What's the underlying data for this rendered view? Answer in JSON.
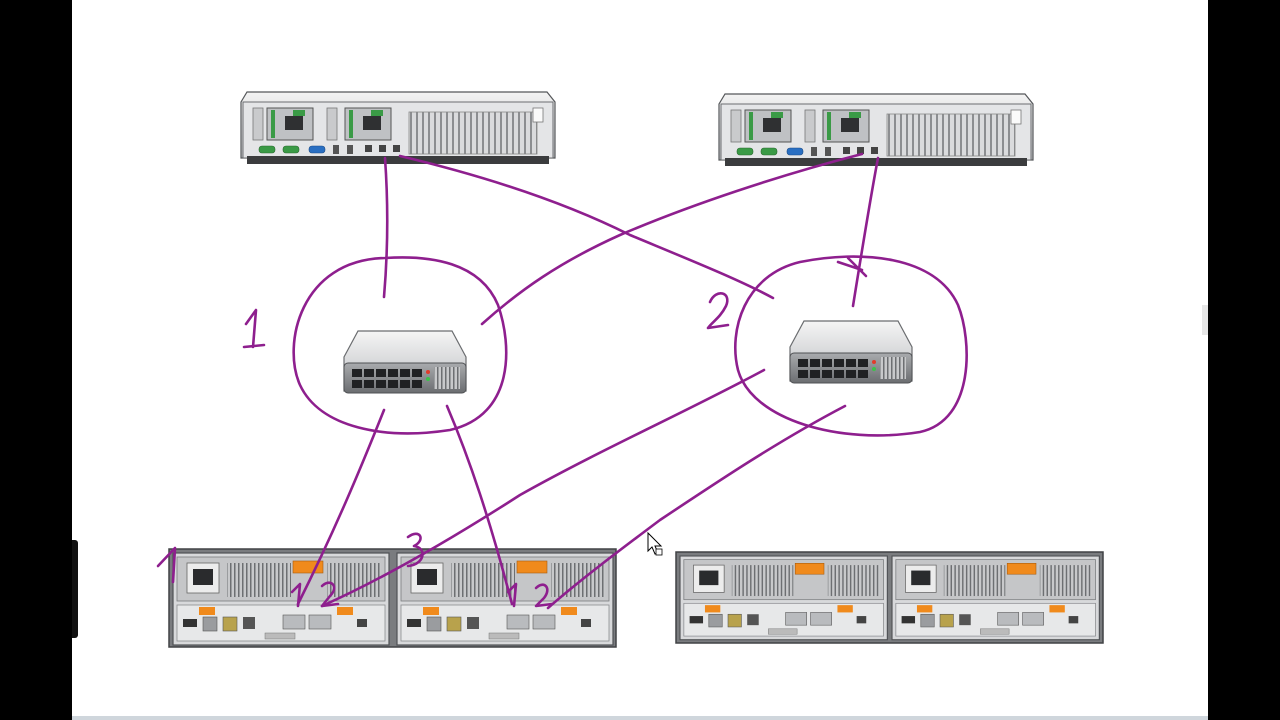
{
  "annotations": {
    "switch_1_number": "1",
    "switch_2_number": "2",
    "storage_1_number": "1",
    "storage_1_controller_b_number": "3",
    "controller_a_port_1": "1",
    "controller_a_port_2": "2",
    "controller_b_port_1": "1",
    "controller_b_port_2": "2"
  },
  "colors": {
    "ink": "#8e1f8e",
    "device_gray": "#cfd0d2",
    "power_green": "#3a9a46",
    "port_blue": "#2a6fc2",
    "handle_orange": "#f08a1c"
  },
  "icons": {
    "cursor": "mouse-pointer-icon"
  }
}
